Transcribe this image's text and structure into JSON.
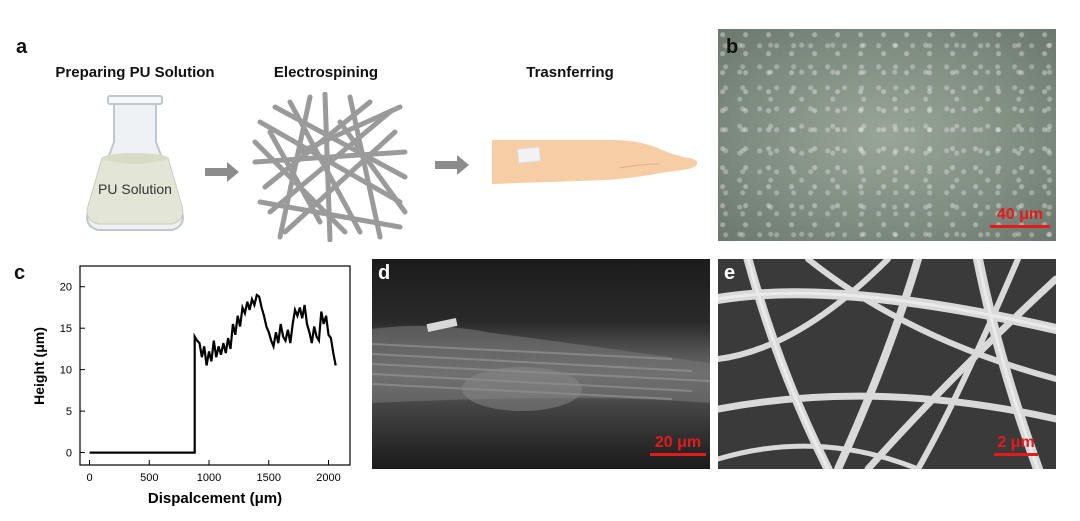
{
  "panels": {
    "a": "a",
    "b": "b",
    "c": "c",
    "d": "d",
    "e": "e"
  },
  "schematic": {
    "steps": [
      {
        "title": "Preparing PU Solution"
      },
      {
        "title": "Electrospining"
      },
      {
        "title": "Trasnferring"
      }
    ],
    "flask_label": "PU Solution",
    "arrow_color": "#8c8c8c",
    "skin_color": "#f7cda6"
  },
  "scale_bars": {
    "b": "40 μm",
    "d": "20 μm",
    "e": "2 μm",
    "color": "#e41a1c"
  },
  "chart_data": {
    "type": "line",
    "title": "",
    "xlabel": "Dispalcement (μm)",
    "ylabel": "Height (μm)",
    "xlim": [
      -80,
      2180
    ],
    "ylim": [
      -1.5,
      22.5
    ],
    "xticks": [
      0,
      500,
      1000,
      1500,
      2000
    ],
    "yticks": [
      0,
      5,
      10,
      15,
      20
    ],
    "series": [
      {
        "x": [
          0,
          880,
          880,
          900,
          920,
          940,
          960,
          980,
          1000,
          1020,
          1040,
          1060,
          1080,
          1100,
          1120,
          1140,
          1160,
          1180,
          1200,
          1220,
          1240,
          1260,
          1280,
          1300,
          1320,
          1340,
          1360,
          1380,
          1400,
          1420,
          1440,
          1460,
          1480,
          1500,
          1520,
          1540,
          1560,
          1580,
          1600,
          1620,
          1640,
          1660,
          1680,
          1700,
          1720,
          1740,
          1760,
          1780,
          1800,
          1820,
          1840,
          1860,
          1880,
          1900,
          1920,
          1940,
          1960,
          1980,
          2000,
          2020,
          2040,
          2060
        ],
        "y": [
          0,
          0,
          14,
          13.5,
          13.2,
          11.5,
          12.8,
          10.5,
          12.2,
          11,
          13.5,
          11.5,
          12.8,
          11.8,
          13.2,
          12,
          13.8,
          12.5,
          15.5,
          14.2,
          16.5,
          15.2,
          17.5,
          16.8,
          18.2,
          17.2,
          18.5,
          17.8,
          19,
          18.8,
          17.5,
          16.5,
          15.2,
          14.5,
          13.5,
          12.8,
          14.5,
          13.2,
          15.5,
          14,
          13.5,
          14.8,
          13.2,
          15.5,
          17.2,
          16.5,
          17.5,
          16.2,
          17.8,
          15.5,
          14.5,
          13.2,
          15.2,
          14,
          13.5,
          17,
          15.5,
          16.5,
          14.2,
          13.8,
          12,
          10.5
        ]
      }
    ],
    "grid": false,
    "line_color": "#000000"
  }
}
